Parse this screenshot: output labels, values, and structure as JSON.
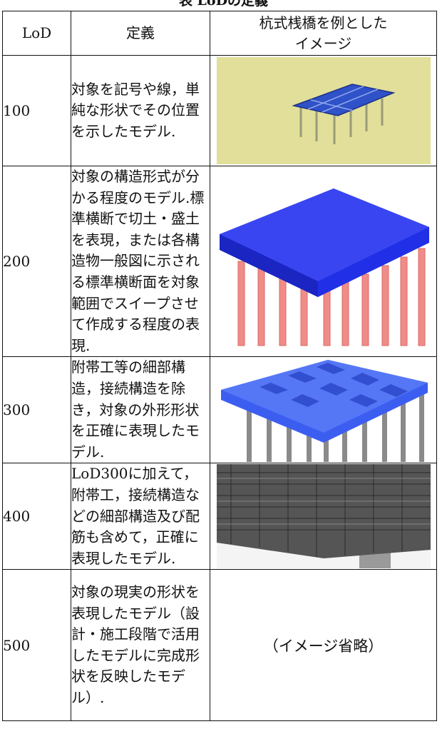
{
  "caption": "表 LoDの定義",
  "table": {
    "headers": [
      "LoD",
      "定義",
      "杭式桟橋を例とした\nイメージ"
    ],
    "rows": [
      {
        "lod": "100",
        "definition": "対象を記号や線，単純な形状でその位置を示したモデル.",
        "image": "pier-lod100-image"
      },
      {
        "lod": "200",
        "definition": "対象の構造形式が分かる程度のモデル.標準横断で切土・盛土を表現，または各構造物一般図に示される標準横断面を対象範囲でスイープさせて作成する程度の表現.",
        "image": "pier-lod200-image"
      },
      {
        "lod": "300",
        "definition": "附帯工等の細部構造，接続構造を除き，対象の外形形状を正確に表現したモデル.",
        "image": "pier-lod300-image"
      },
      {
        "lod": "400",
        "definition": "LoD300に加えて，附帯工，接続構造などの細部構造及び配筋も含めて，正確に表現したモデル.",
        "image": "pier-lod400-image"
      },
      {
        "lod": "500",
        "definition": "対象の現実の形状を表現したモデル（設計・施工段階で活用したモデルに完成形状を反映したモデル）.",
        "image_text": "（イメージ省略）"
      }
    ]
  }
}
